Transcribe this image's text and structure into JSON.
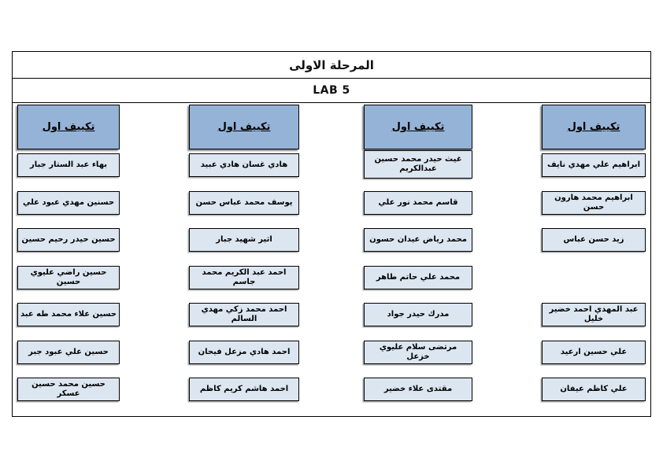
{
  "titles": {
    "stage": "المرحلة الاولى",
    "lab": "LAB 5"
  },
  "groups": [
    {
      "header": "تكييف اول",
      "students": [
        "ابراهيم علي مهدي نايف",
        "ابراهيم محمد هارون حسن",
        "زيد حسن عباس",
        null,
        "عبد المهدي احمد خضير خليل",
        "علي حسين ارعيد",
        "علي كاظم عيفان"
      ]
    },
    {
      "header": "تكييف اول",
      "students": [
        "غيث حيدر محمد حسين عبدالكريم",
        "قاسم محمد نور علي",
        "محمد رياض عيدان حسون",
        "محمد علي حاتم طاهر",
        "مدرك حيدر جواد",
        "مرتضى سلام عليوي خزعل",
        "مقتدى علاء خضير"
      ]
    },
    {
      "header": "تكييف اول",
      "students": [
        "هادي غسان هادي عبيد",
        "يوسف محمد عباس حسن",
        "اثير شهيد جبار",
        "احمد عبد الكريم محمد جاسم",
        "احمد محمد زكي مهدي السالم",
        "احمد هادي مزعل فيحان",
        "احمد هاشم كريم كاظم"
      ]
    },
    {
      "header": "تكييف اول",
      "students": [
        "بهاء عبد الستار جبار",
        "حسنين مهدي عبود علي",
        "حسين حيدر رحيم حسين",
        "حسين راضي عليوي حسين",
        "حسين علاء محمد طه عبد",
        "حسين علي عبود جبر",
        "حسين محمد حسين عسكر"
      ]
    }
  ],
  "colors": {
    "header_fill": "#95B3D7",
    "cell_fill": "#DCE6F1",
    "border": "#000000"
  }
}
